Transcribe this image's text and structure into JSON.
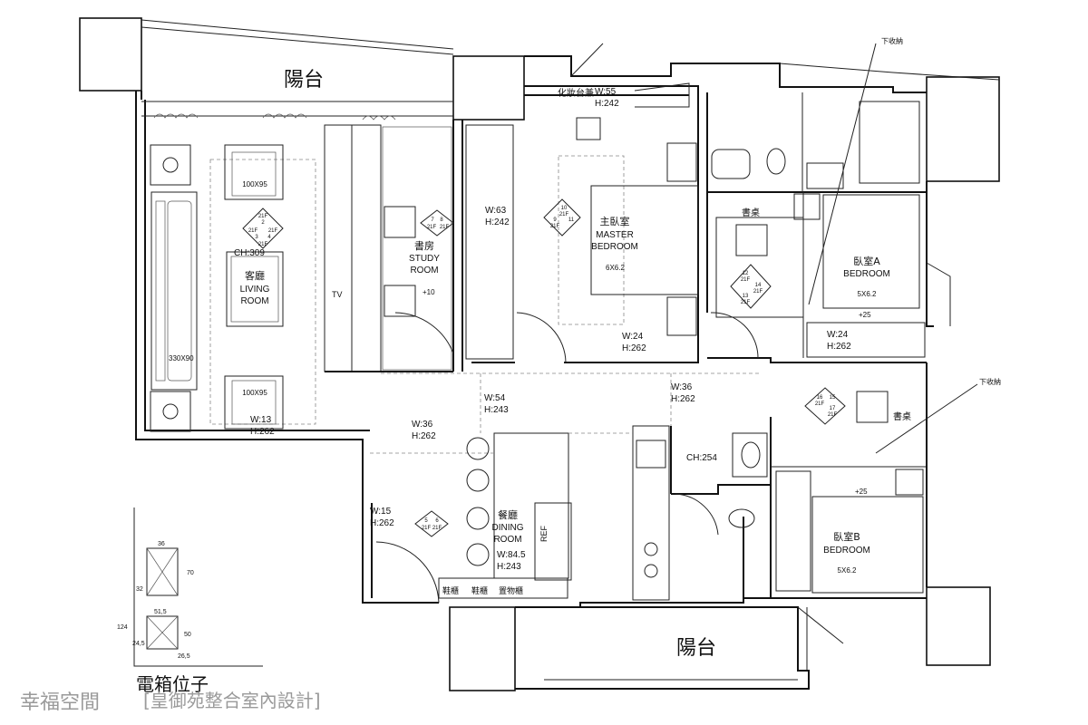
{
  "rooms": {
    "balcony_top": "陽台",
    "balcony_bottom": "陽台",
    "living_cn": "客廳",
    "living_en1": "LIVING",
    "living_en2": "ROOM",
    "study_cn": "書房",
    "study_en1": "STUDY",
    "study_en2": "ROOM",
    "master_cn": "主臥室",
    "master_en1": "MASTER",
    "master_en2": "BEDROOM",
    "bedroom_a_cn": "臥室A",
    "bedroom_a_en": "BEDROOM",
    "bedroom_b_cn": "臥室B",
    "bedroom_b_en": "BEDROOM",
    "dining_cn": "餐廳",
    "dining_en1": "DINING",
    "dining_en2": "ROOM"
  },
  "labels": {
    "vanity": "化妝台兼",
    "desk_a": "書桌",
    "desk_b": "書桌",
    "storage_a": "下收納",
    "storage_b": "下收納",
    "tv": "TV",
    "ref": "REF",
    "shoe1": "鞋櫃",
    "shoe2": "鞋櫃",
    "storage_cabinet": "置物櫃",
    "elec_box": "電箱位子",
    "plus10": "+10",
    "plus25a": "+25",
    "plus25b": "+25"
  },
  "dims": {
    "sofa_side_top": "100X95",
    "sofa_side_bottom": "100X95",
    "sofa_main": "330X90",
    "ch309": "CH:309",
    "ch254": "CH:254",
    "bed_master": "6X6.2",
    "bed_a": "5X6.2",
    "bed_b": "5X6.2",
    "w55": "W:55",
    "h242_vanity": "H:242",
    "w63": "W:63",
    "h242_closet": "H:242",
    "w24_master": "W:24",
    "h262_master": "H:262",
    "w24_a": "W:24",
    "h262_a": "H:262",
    "w36_hall": "W:36",
    "h262_hall": "H:262",
    "w54": "W:54",
    "h243_54": "H:243",
    "w36_dining": "W:36",
    "h262_dining": "H:262",
    "w13": "W:13",
    "h262_living": "H:262",
    "w15": "W:15",
    "h262_entry": "H:262",
    "w845": "W:84.5",
    "h243_845": "H:243",
    "eb_36": "36",
    "eb_70": "70",
    "eb_32": "32",
    "eb_515": "51,5",
    "eb_124": "124",
    "eb_50": "50",
    "eb_245": "24,5",
    "eb_265": "26,5"
  },
  "watermark": {
    "brand": "幸福空間",
    "company": "[皇御苑整合室內設計]"
  },
  "outlets": {
    "living_a": "21F",
    "living_b": "2",
    "living_c": "21F",
    "living_d": "21F",
    "living_e": "3",
    "living_f": "4",
    "living_g": "21F",
    "study_a": "7",
    "study_b": "8",
    "study_c": "21F",
    "study_d": "21F",
    "master_a": "10",
    "master_b": "21F",
    "master_c": "9",
    "master_d": "21F",
    "master_e": "11",
    "a_a": "12",
    "a_b": "21F",
    "a_c": "14",
    "a_d": "21F",
    "a_e": "13",
    "a_f": "21F",
    "b_a": "16",
    "b_b": "15",
    "b_c": "21F",
    "b_d": "17",
    "b_e": "21F",
    "dining_a": "5",
    "dining_b": "6",
    "dining_c": "21F",
    "dining_d": "21F"
  }
}
